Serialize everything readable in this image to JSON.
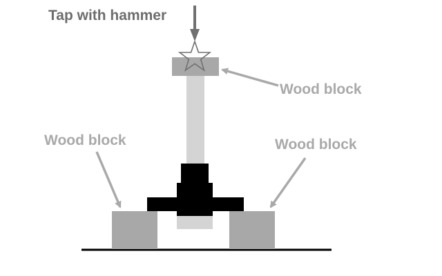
{
  "labels": {
    "tap": "Tap with hammer",
    "top_block": "Wood block",
    "left_block": "Wood block",
    "right_block": "Wood block"
  },
  "colors": {
    "dark_label": "#6d6d6d",
    "light_label": "#a9a9a9",
    "block": "#a8a8a8",
    "rod": "#d4d4d4",
    "stand": "#000000",
    "pointer": "#a9a9a9",
    "hammer_arrow": "#707070",
    "ground": "#000000"
  },
  "icons": {
    "impact_point": "star-icon",
    "hammer_direction": "arrow-down-icon"
  }
}
